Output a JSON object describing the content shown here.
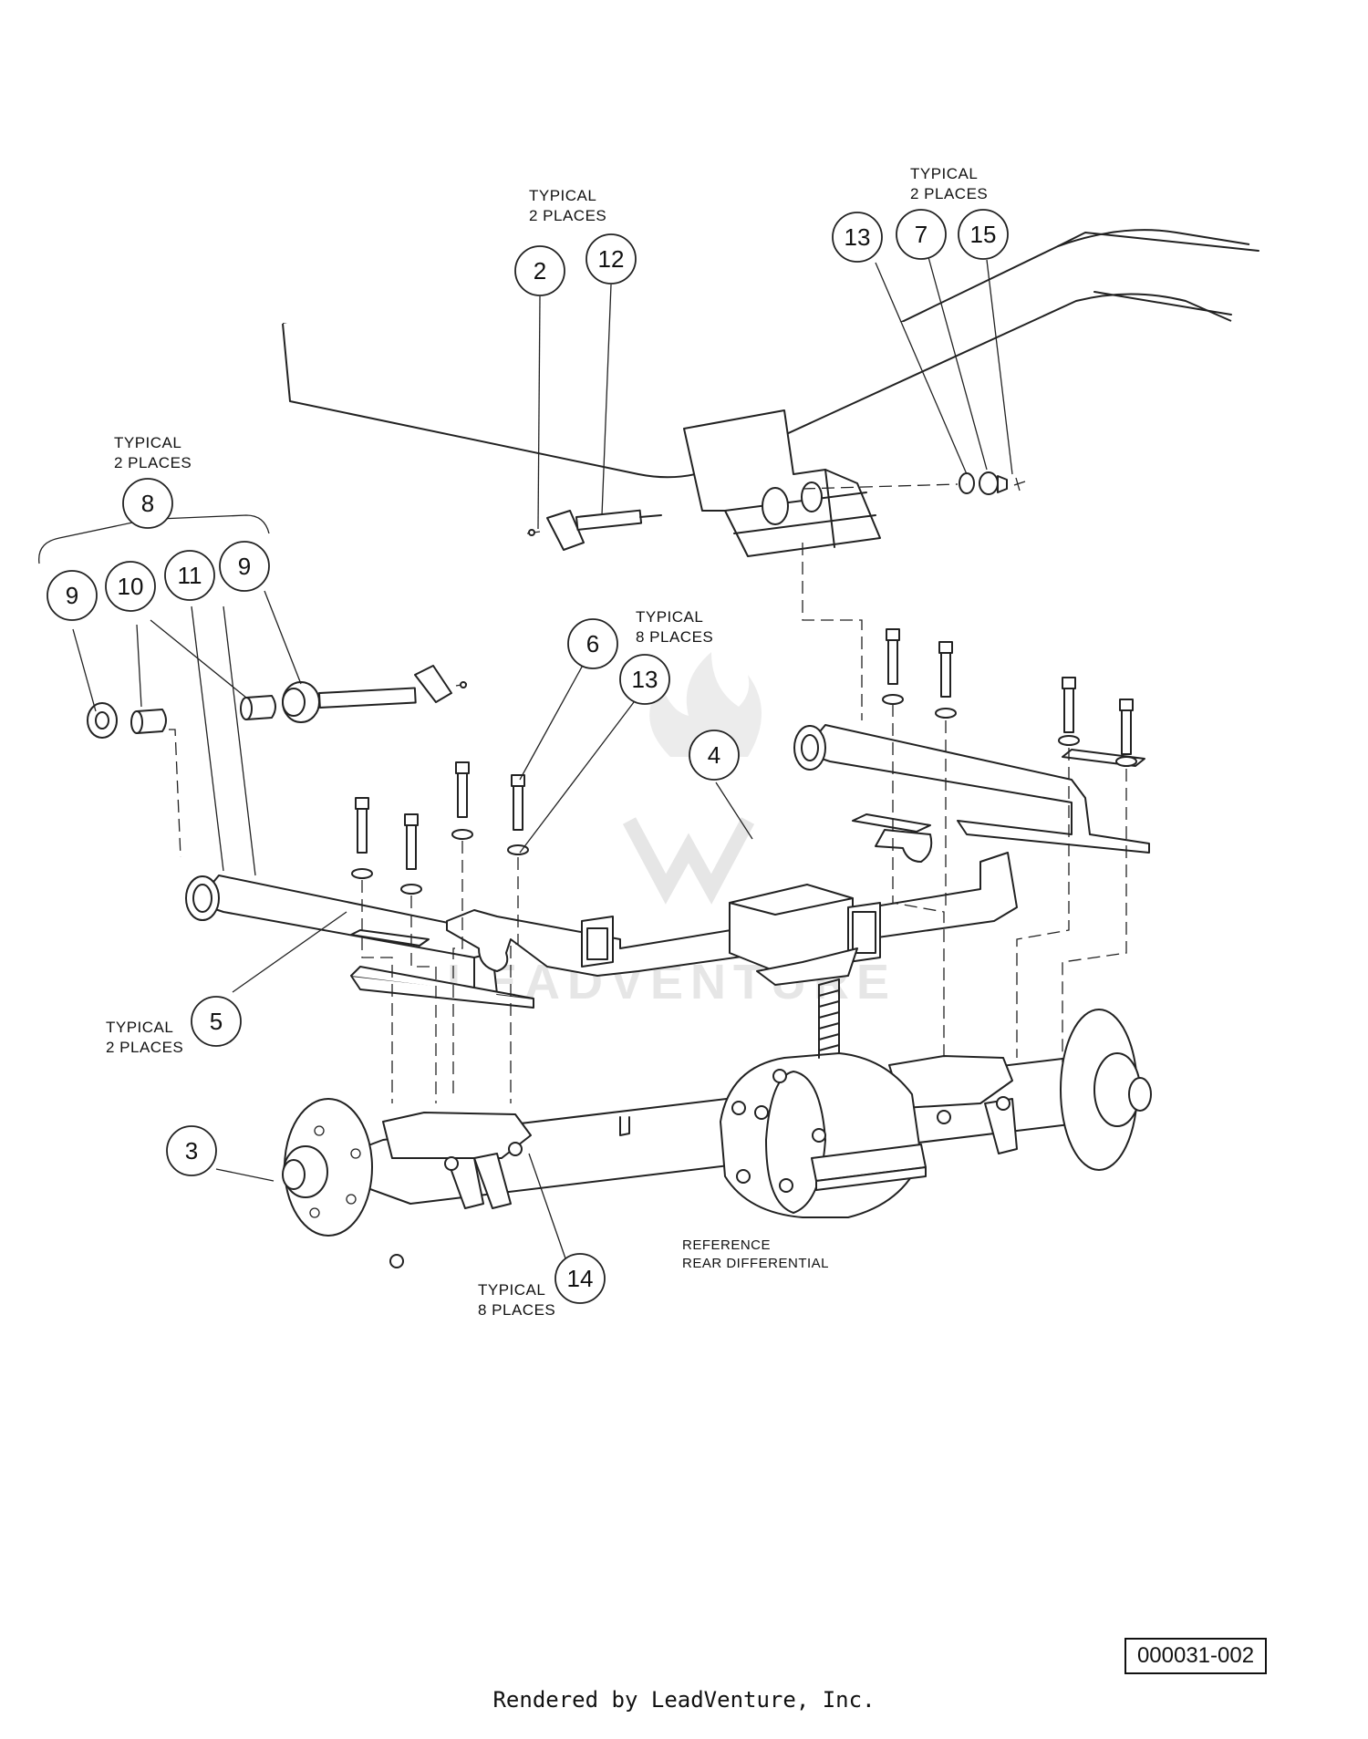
{
  "callouts": [
    {
      "id": "c2",
      "num": "2"
    },
    {
      "id": "c12",
      "num": "12"
    },
    {
      "id": "c13a",
      "num": "13"
    },
    {
      "id": "c7",
      "num": "7"
    },
    {
      "id": "c15",
      "num": "15"
    },
    {
      "id": "c8",
      "num": "8"
    },
    {
      "id": "c9a",
      "num": "9"
    },
    {
      "id": "c10",
      "num": "10"
    },
    {
      "id": "c11",
      "num": "11"
    },
    {
      "id": "c9b",
      "num": "9"
    },
    {
      "id": "c6",
      "num": "6"
    },
    {
      "id": "c13b",
      "num": "13"
    },
    {
      "id": "c4",
      "num": "4"
    },
    {
      "id": "c5",
      "num": "5"
    },
    {
      "id": "c3",
      "num": "3"
    },
    {
      "id": "c14",
      "num": "14"
    }
  ],
  "notes": {
    "typical_2_places_top": [
      "TYPICAL",
      "2 PLACES"
    ],
    "typical_2_places_topright": [
      "TYPICAL",
      "2 PLACES"
    ],
    "typical_2_places_left": [
      "TYPICAL",
      "2 PLACES"
    ],
    "typical_8_places_mid": [
      "TYPICAL",
      "8 PLACES"
    ],
    "typical_2_places_bottomleft": [
      "TYPICAL",
      "2 PLACES"
    ],
    "typical_8_places_bottom": [
      "TYPICAL",
      "8 PLACES"
    ],
    "reference": [
      "REFERENCE",
      "REAR DIFFERENTIAL"
    ]
  },
  "watermark": "LEADVENTURE",
  "drawing_number": "000031-002",
  "render_credit": "Rendered by LeadVenture, Inc."
}
